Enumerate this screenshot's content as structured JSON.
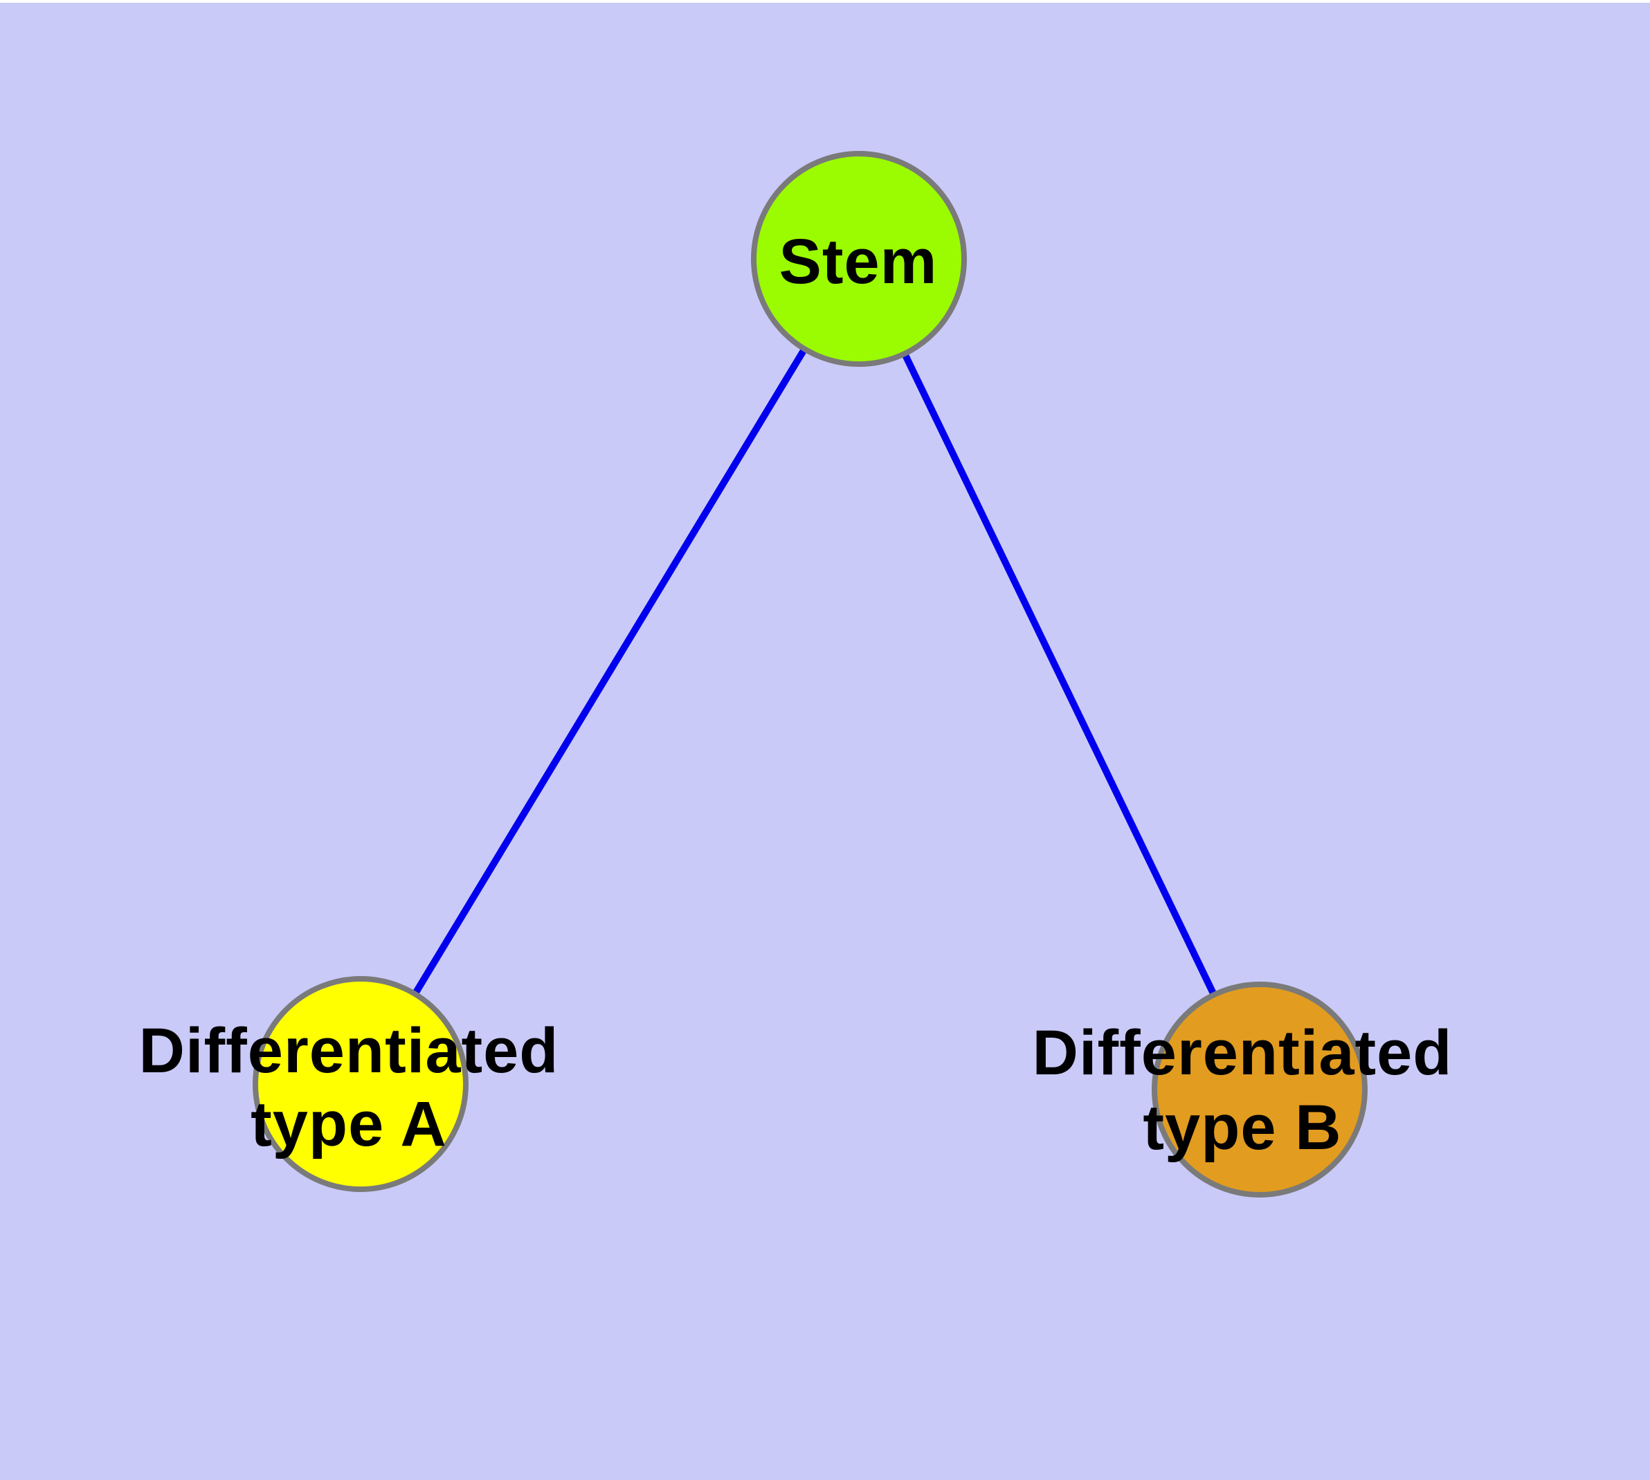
{
  "diagram": {
    "background_color": "#CACAF9",
    "top_margin_color": "#FFFFFF",
    "edge_color": "#0000EE",
    "node_border_color": "#7A7A7A",
    "label_text_color": "#000000",
    "nodes": [
      {
        "id": "stem",
        "label": "Stem",
        "fill_color": "#9BFB00"
      },
      {
        "id": "differentiated-type-a",
        "label_line1": "Differentiated",
        "label_line2": "type A",
        "fill_color": "#FFFF00"
      },
      {
        "id": "differentiated-type-b",
        "label_line1": "Differentiated",
        "label_line2": "type B",
        "fill_color": "#E29C20"
      }
    ],
    "edges": [
      {
        "from": "Stem",
        "to": "Differentiated type A"
      },
      {
        "from": "Stem",
        "to": "Differentiated type B"
      }
    ]
  }
}
